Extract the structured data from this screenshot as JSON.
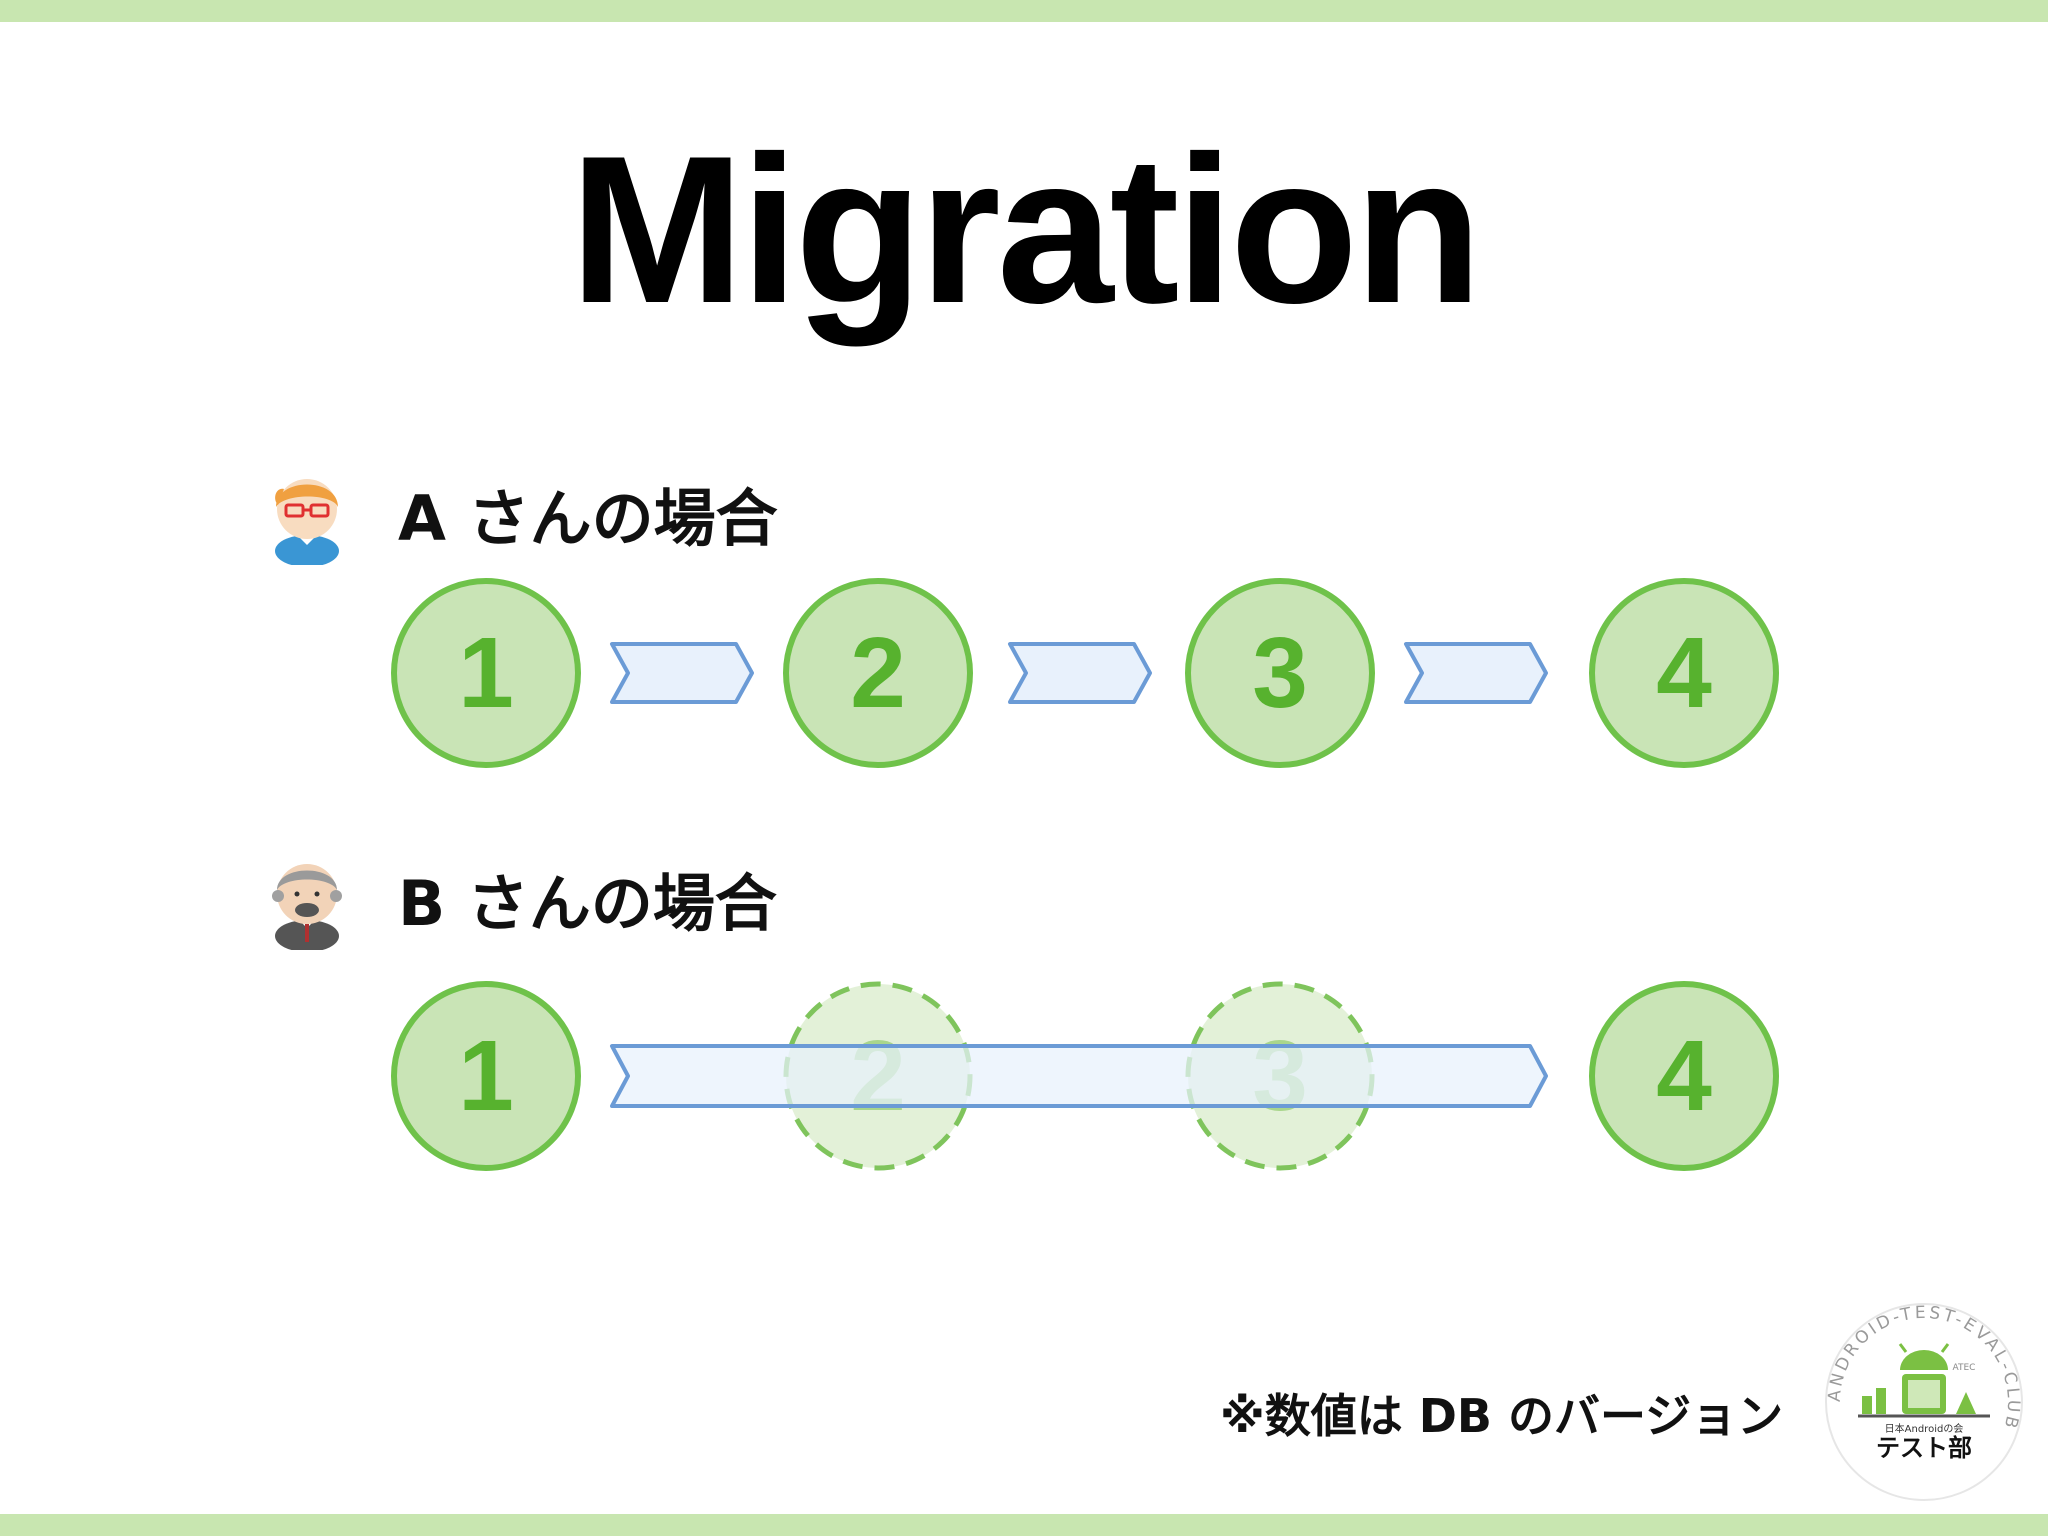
{
  "title": "Migration",
  "cases": [
    {
      "label": "A さんの場合",
      "avatar": "person-glasses-icon",
      "steps": [
        {
          "number": "1",
          "state": "applied"
        },
        {
          "number": "2",
          "state": "applied"
        },
        {
          "number": "3",
          "state": "applied"
        },
        {
          "number": "4",
          "state": "applied"
        }
      ],
      "transitions": [
        [
          "1",
          "2"
        ],
        [
          "2",
          "3"
        ],
        [
          "3",
          "4"
        ]
      ]
    },
    {
      "label": "B さんの場合",
      "avatar": "person-elder-icon",
      "steps": [
        {
          "number": "1",
          "state": "applied"
        },
        {
          "number": "2",
          "state": "skipped"
        },
        {
          "number": "3",
          "state": "skipped"
        },
        {
          "number": "4",
          "state": "applied"
        }
      ],
      "transitions": [
        [
          "1",
          "4"
        ]
      ]
    }
  ],
  "note": "※数値は DB のバージョン",
  "logo": {
    "ring_text": "ANDROID-TEST-EVAL-CLUB",
    "small_text": "ATEC",
    "caption": "日本Androidの会",
    "name": "テスト部",
    "icon": "android-robot-icon"
  },
  "colors": {
    "accent_bar": "#c8e6b0",
    "circle_fill": "#c9e4b6",
    "circle_stroke": "#6fc24a",
    "number": "#57b22e",
    "arrow_fill": "#e8f1fc",
    "arrow_stroke": "#6b9bd6"
  }
}
